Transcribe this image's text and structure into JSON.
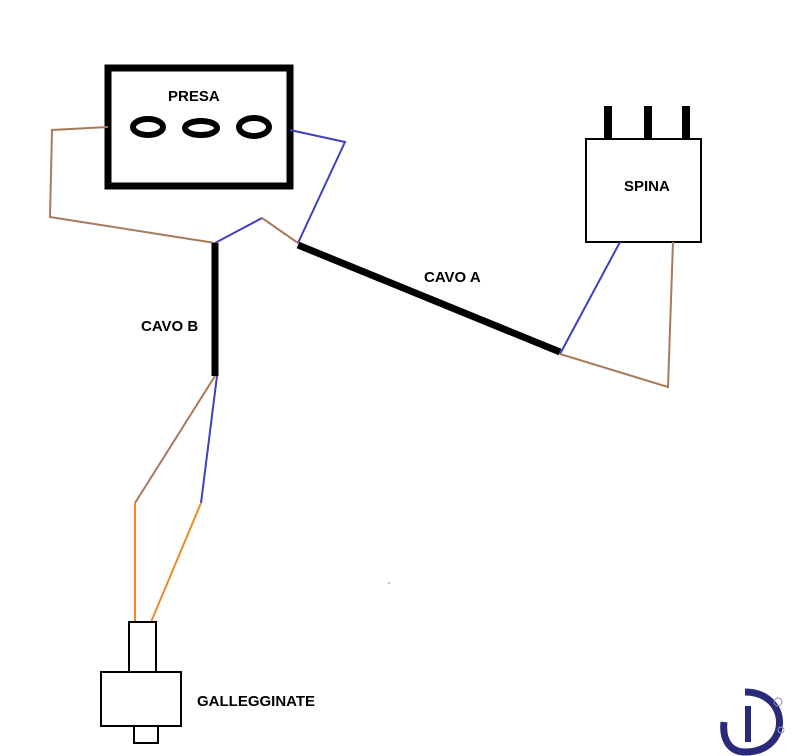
{
  "labels": {
    "presa": "PRESA",
    "spina": "SPINA",
    "cavo_a": "CAVO A",
    "cavo_b": "CAVO B",
    "galleggiante": "GALLEGGINATE"
  },
  "colors": {
    "outline": "#000000",
    "neutral_wire": "#3f3fbf",
    "phase_wire": "#a87a5a",
    "float_wire": "#ee8a2a",
    "cable": "#000000",
    "logo": "#2a2a7a"
  },
  "icons": {
    "logo": "forum-logo-icon"
  }
}
